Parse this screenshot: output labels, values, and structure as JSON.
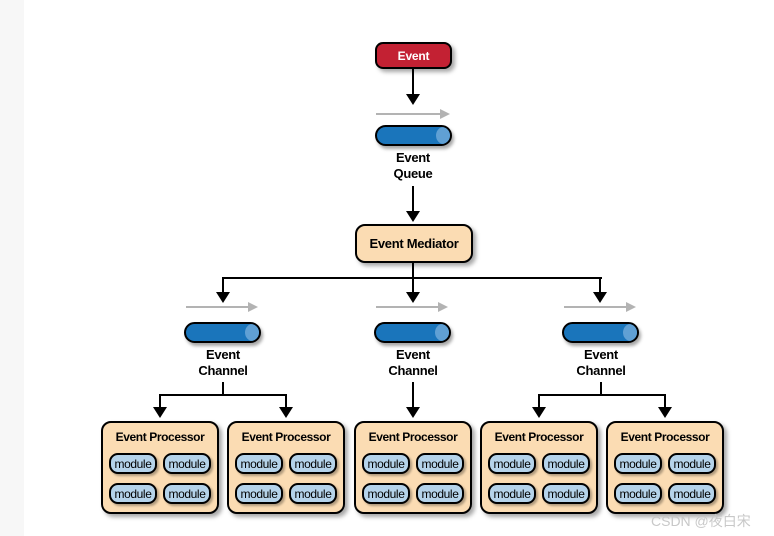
{
  "colors": {
    "event_red": "#c32133",
    "channel_blue": "#1a75bb",
    "channel_blue_light": "#60a0d4",
    "processor_tan": "#fbdcb3",
    "module_blue": "#b5d3ea",
    "arrow_gray": "#b3b3b3",
    "line_black": "#000000",
    "strip_gray": "#f7f7f7",
    "watermark_gray": "#c8c8c8"
  },
  "diagram": {
    "event": {
      "label": "Event"
    },
    "queue_label": {
      "line1": "Event",
      "line2": "Queue"
    },
    "mediator": {
      "label": "Event Mediator"
    },
    "channels": [
      {
        "line1": "Event",
        "line2": "Channel"
      },
      {
        "line1": "Event",
        "line2": "Channel"
      },
      {
        "line1": "Event",
        "line2": "Channel"
      }
    ],
    "processors": [
      {
        "title": "Event Processor",
        "modules": [
          "module",
          "module",
          "module",
          "module"
        ]
      },
      {
        "title": "Event Processor",
        "modules": [
          "module",
          "module",
          "module",
          "module"
        ]
      },
      {
        "title": "Event Processor",
        "modules": [
          "module",
          "module",
          "module",
          "module"
        ]
      },
      {
        "title": "Event Processor",
        "modules": [
          "module",
          "module",
          "module",
          "module"
        ]
      },
      {
        "title": "Event Processor",
        "modules": [
          "module",
          "module",
          "module",
          "module"
        ]
      }
    ]
  },
  "watermark": "CSDN @夜白宋"
}
